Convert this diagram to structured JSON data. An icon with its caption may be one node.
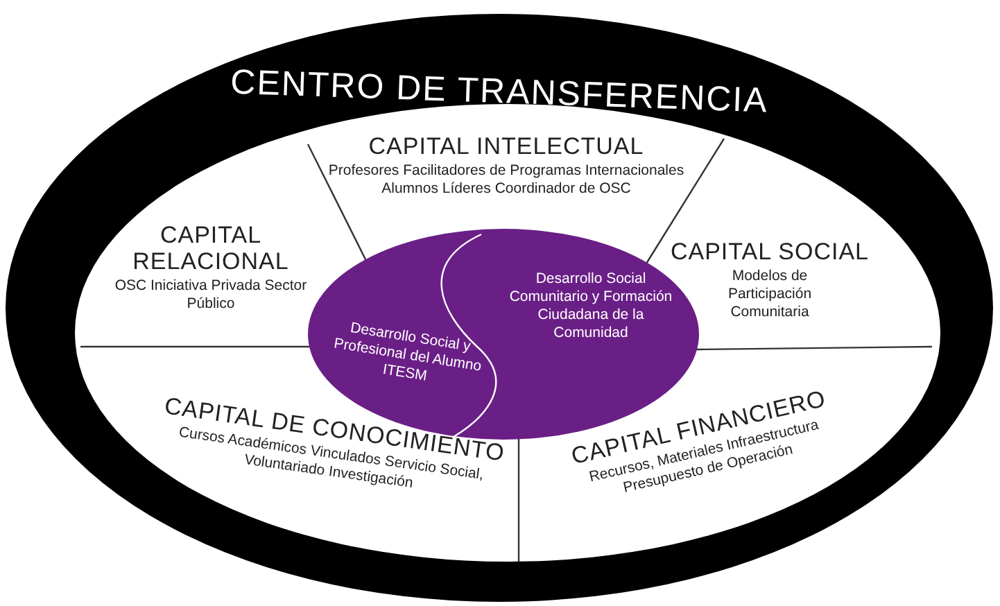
{
  "diagram": {
    "nodes": [
      {
        "text": [
          "CENTRO DE TRANSFERENCIA"
        ]
      },
      {
        "text": [
          "CAPITAL INTELECTUAL",
          "Profesores Facilitadores de Programas Internacionales Alumnos Líderes Coordinador de OSC"
        ],
        "in": 0
      },
      {
        "text": [
          "CAPITAL RELACIONAL",
          "OSC Iniciativa Privada Sector Público"
        ],
        "in": 0
      },
      {
        "text": [
          "CAPITAL SOCIAL",
          "Modelos de Participación Comunitaria"
        ],
        "in": 0
      },
      {
        "text": [],
        "shape": "circle",
        "in": 0
      },
      {
        "text": [
          "Desarrollo Social y Profesional del Alumno ITESM"
        ],
        "in": 4
      },
      {
        "text": [
          "Desarrollo Social Comunitario y Formación Ciudadana de la Comunidad"
        ],
        "in": 4
      },
      {
        "text": [
          "CAPITAL DE CONOCIMIENTO",
          "Cursos Académicos Vinculados Servicio Social, Voluntariado Investigación"
        ],
        "in": 0
      },
      {
        "text": [
          "CAPITAL FINANCIERO",
          "Recursos, Materiales Infraestructura Presupuesto de Operación"
        ],
        "in": 0
      }
    ]
  }
}
